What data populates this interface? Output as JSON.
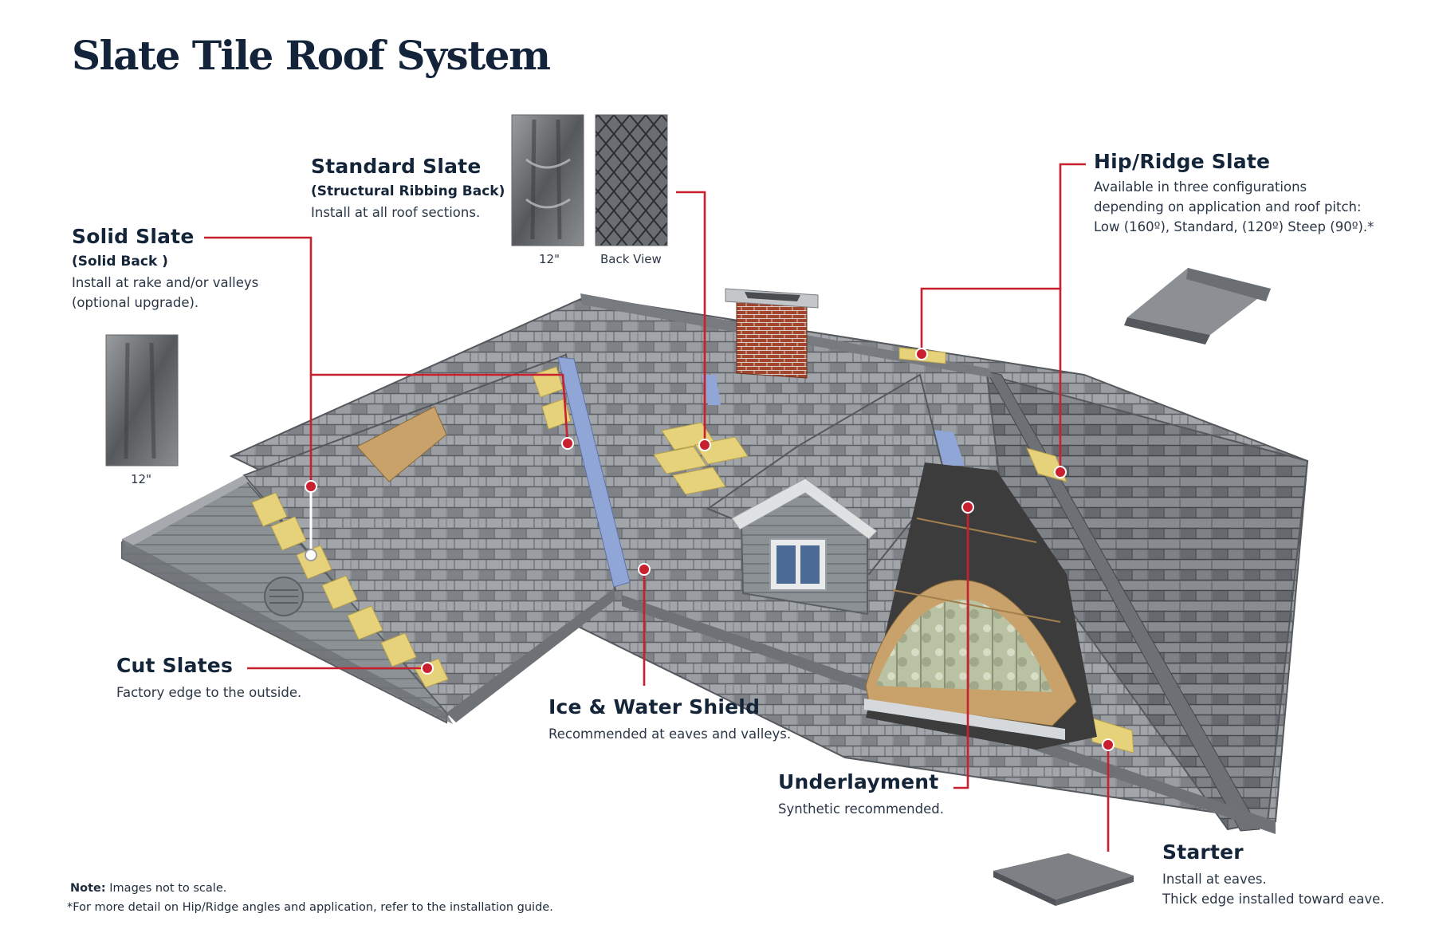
{
  "title": "Slate Tile Roof System",
  "callouts": {
    "solid_slate": {
      "title": "Solid Slate",
      "subtitle": "(Solid Back )",
      "lines": [
        "Install at rake and/or valleys",
        "(optional upgrade)."
      ]
    },
    "standard_slate": {
      "title": "Standard Slate",
      "subtitle": "(Structural Ribbing Back)",
      "lines": [
        "Install at all roof sections."
      ]
    },
    "hip_ridge_slate": {
      "title": "Hip/Ridge Slate",
      "lines": [
        "Available in three configurations",
        "depending on application and roof pitch:",
        "Low (160º), Standard, (120º) Steep (90º).*"
      ]
    },
    "cut_slates": {
      "title": "Cut Slates",
      "lines": [
        "Factory edge to the outside."
      ]
    },
    "ice_water_shield": {
      "title": "Ice & Water Shield",
      "lines": [
        "Recommended at eaves and valleys."
      ]
    },
    "underlayment": {
      "title": "Underlayment",
      "lines": [
        "Synthetic recommended."
      ]
    },
    "starter": {
      "title": "Starter",
      "lines": [
        "Install at eaves.",
        "Thick edge installed toward eave."
      ]
    }
  },
  "sample_captions": {
    "standard_front": "12\"",
    "standard_back": "Back View",
    "solid": "12\""
  },
  "notes": {
    "note_label": "Note:",
    "note_text": " Images not to scale.",
    "footnote": "*For more detail on Hip/Ridge angles and application, refer to the installation guide."
  },
  "colors": {
    "leader_line": "#c8202e",
    "heading": "#14253a",
    "slate": "#8e9296",
    "slate_dark": "#5d6266",
    "cut_slate_highlight": "#e6d27a",
    "ice_water_shield": "#8fa6d6",
    "underlayment": "#3c3c3c",
    "chimney_brick": "#a2462d"
  }
}
